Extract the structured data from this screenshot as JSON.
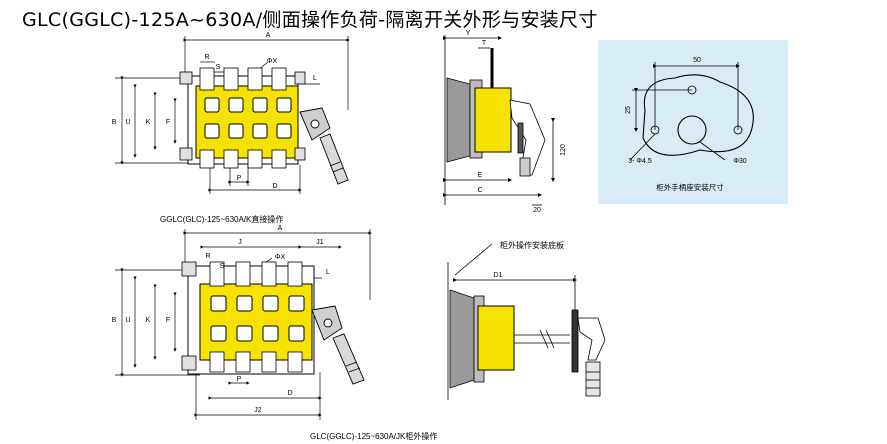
{
  "title": "GLC(GGLC)-125A~630A/侧面操作负荷-隔离开关外形与安装尺寸",
  "captions": {
    "direct_operation": "GGLC(GLC)-125~630A/K直接操作",
    "cabinet_operation": "GLC(GGLC)-125~630A/JK柜外操作",
    "handle_seat": "柜外手柄座安装尺寸",
    "mounting_plate": "柜外操作安装底板"
  },
  "dims": {
    "A": "A",
    "B": "B",
    "U": "U",
    "K": "K",
    "F": "F",
    "R": "R",
    "S": "S",
    "PhiX": "ΦX",
    "L": "L",
    "P": "P",
    "D": "D",
    "J": "J",
    "J1": "J1",
    "J2": "J2",
    "Y": "Y",
    "T": "T",
    "E": "E",
    "C": "C",
    "D1": "D1",
    "v120": "120",
    "v20": "20",
    "v50": "50",
    "v25": "25",
    "hole": "3- Φ4.5",
    "phi30": "Φ30"
  },
  "colors": {
    "switch_body": "#F5E200",
    "handle_panel_bg": "#D8ECF5",
    "mount_plate": "#9A9A9A",
    "line": "#000000"
  }
}
